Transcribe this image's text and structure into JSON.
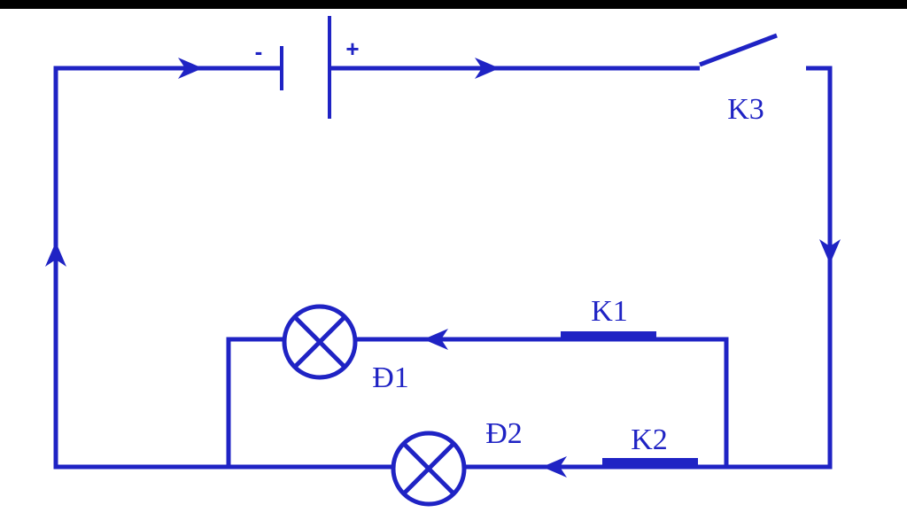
{
  "colors": {
    "wire": "#1f23c4",
    "background": "#ffffff",
    "top_bar": "#000000"
  },
  "battery": {
    "minus_label": "-",
    "plus_label": "+"
  },
  "switches": {
    "k1": {
      "label": "K1",
      "state": "closed"
    },
    "k2": {
      "label": "K2",
      "state": "closed"
    },
    "k3": {
      "label": "K3",
      "state": "open"
    }
  },
  "lamps": {
    "d1": {
      "label": "Đ1"
    },
    "d2": {
      "label": "Đ2"
    }
  },
  "icons": {
    "current_arrow": "current-arrow-icon",
    "lamp": "lamp-icon"
  }
}
